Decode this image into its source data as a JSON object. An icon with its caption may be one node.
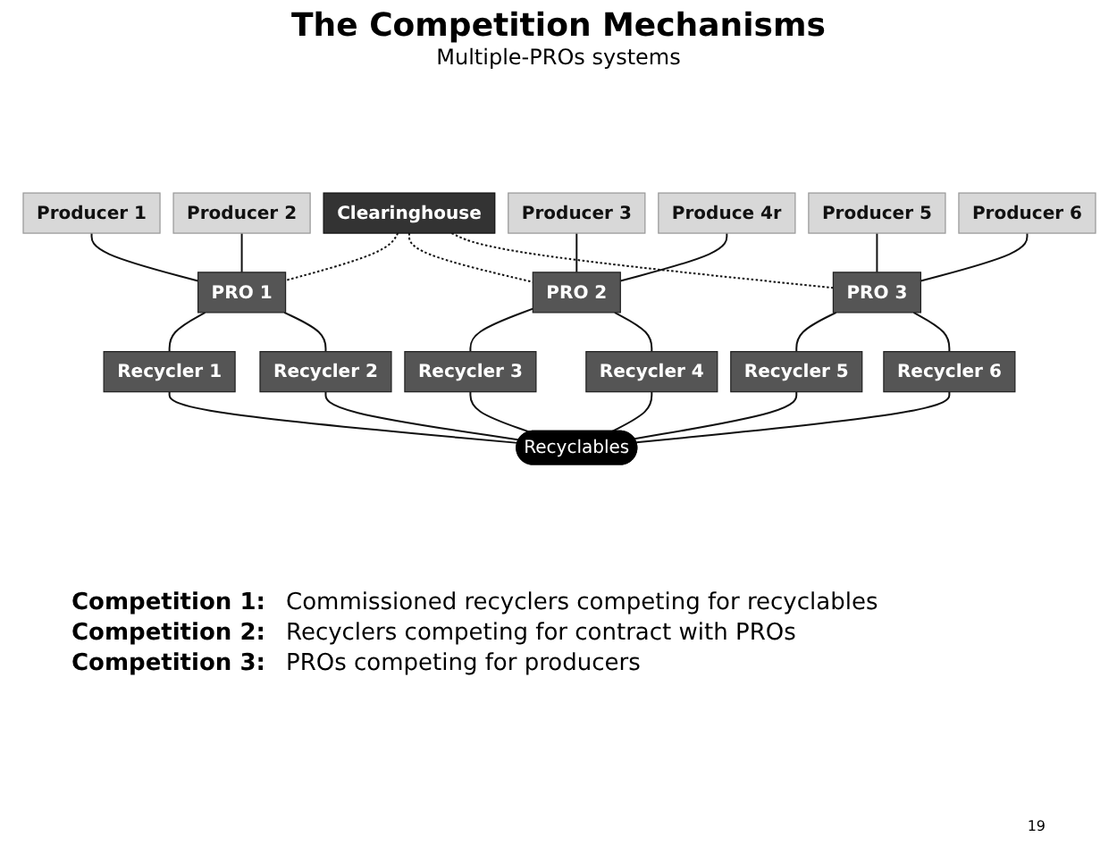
{
  "diagram": {
    "title": "The Competition Mechanisms",
    "nodes": [
      {
        "text": [
          "Clearinghouse"
        ]
      },
      {
        "text": [
          "Producer 1"
        ]
      },
      {
        "text": [
          "Producer 2"
        ]
      },
      {
        "text": [
          "PRO 1"
        ]
      },
      {
        "text": [
          "Producer 3"
        ]
      },
      {
        "text": [
          "Produce 4r"
        ]
      },
      {
        "text": [
          "PRO 2"
        ]
      },
      {
        "text": [
          "Producer 5"
        ]
      },
      {
        "text": [
          "Producer 6"
        ]
      },
      {
        "text": [
          "PRO 3"
        ]
      },
      {
        "text": [
          "Recycler 1"
        ]
      },
      {
        "text": [
          "Recycler 2"
        ]
      },
      {
        "text": [
          "Recycler 3"
        ]
      },
      {
        "text": [
          "Recycler 4"
        ]
      },
      {
        "text": [
          "Recycler 5"
        ]
      },
      {
        "text": [
          "Recycler 6"
        ]
      },
      {
        "text": [
          "Recyclables"
        ]
      }
    ],
    "edges": [
      {
        "from": 0,
        "to": 3,
        "arrow": "none",
        "style": "dashed"
      },
      {
        "from": 0,
        "to": 6,
        "arrow": "none",
        "style": "dashed"
      },
      {
        "from": 0,
        "to": 9,
        "arrow": "none",
        "style": "dashed"
      },
      {
        "from": 1,
        "to": 3,
        "arrow": "none"
      },
      {
        "from": 2,
        "to": 3,
        "arrow": "none"
      },
      {
        "from": 4,
        "to": 6,
        "arrow": "none"
      },
      {
        "from": 5,
        "to": 6,
        "arrow": "none"
      },
      {
        "from": 7,
        "to": 9,
        "arrow": "none"
      },
      {
        "from": 8,
        "to": 9,
        "arrow": "none"
      },
      {
        "from": 3,
        "to": 10,
        "arrow": "none"
      },
      {
        "from": 3,
        "to": 11,
        "arrow": "none"
      },
      {
        "from": 6,
        "to": 12,
        "arrow": "none"
      },
      {
        "from": 6,
        "to": 13,
        "arrow": "none"
      },
      {
        "from": 9,
        "to": 14,
        "arrow": "none"
      },
      {
        "from": 9,
        "to": 15,
        "arrow": "none"
      },
      {
        "from": 10,
        "to": 16,
        "arrow": "none"
      },
      {
        "from": 11,
        "to": 16,
        "arrow": "none"
      },
      {
        "from": 12,
        "to": 16,
        "arrow": "none"
      },
      {
        "from": 13,
        "to": 16,
        "arrow": "none"
      },
      {
        "from": 14,
        "to": 16,
        "arrow": "none"
      },
      {
        "from": 15,
        "to": 16,
        "arrow": "none"
      }
    ],
    "labels": [
      "Multiple-PROs systems",
      "Competition 1:",
      "Commissioned recyclers competing for recyclables",
      "Competition 2:",
      "Recyclers competing for contract with PROs",
      "Competition 3:",
      "PROs competing for producers",
      "19"
    ]
  }
}
